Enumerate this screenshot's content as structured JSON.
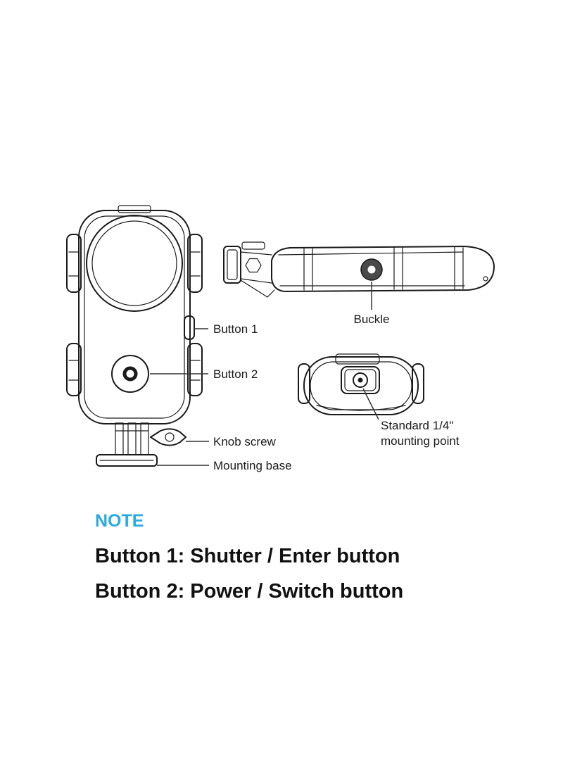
{
  "page": {
    "background": "#ffffff"
  },
  "diagram": {
    "front_view_labels": {
      "button1": "Button 1",
      "button2": "Button 2",
      "knob_screw": "Knob screw",
      "mounting_base": "Mounting base"
    },
    "side_view_labels": {
      "buckle": "Buckle"
    },
    "bottom_view_labels": {
      "mounting_point_line1": "Standard 1/4\"",
      "mounting_point_line2": "mounting point"
    }
  },
  "note": {
    "title": "NOTE",
    "lines": [
      "Button 1: Shutter / Enter button",
      "Button 2: Power / Switch button"
    ]
  },
  "colors": {
    "note_accent": "#29abe2",
    "ink": "#1a1a1a"
  }
}
